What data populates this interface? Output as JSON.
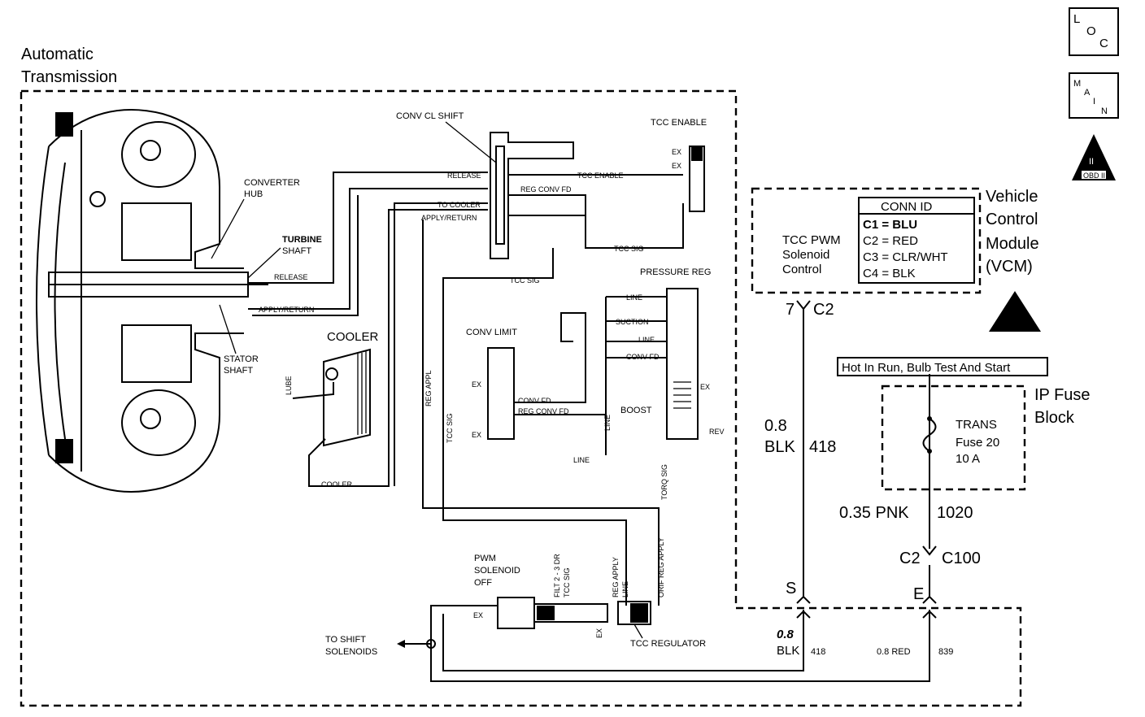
{
  "title": "Automatic Transmission",
  "badges": {
    "loc": "LOC",
    "main": "MAIN",
    "obd": "OBD II",
    "obd_num": "II"
  },
  "vcm": {
    "label_line1": "Vehicle",
    "label_line2": "Control",
    "label_line3": "Module",
    "label_line4": "(VCM)",
    "conn_header": "CONN ID",
    "conns": [
      "C1 = BLU",
      "C2 = RED",
      "C3 = CLR/WHT",
      "C4 = BLK"
    ],
    "control_line1": "TCC PWM",
    "control_line2": "Solenoid",
    "control_line3": "Control",
    "pin": "7",
    "pin_conn": "C2",
    "s_label": "S",
    "e_label": "E"
  },
  "fuse": {
    "hot_label": "Hot In Run, Bulb Test And Start",
    "block_line1": "IP Fuse",
    "block_line2": "Block",
    "name": "TRANS",
    "fuse_num": "Fuse 20",
    "rating": "10 A"
  },
  "wires": {
    "blk_size": "0.8",
    "blk_color": "BLK",
    "blk_circuit": "418",
    "pnk_label": "0.35 PNK",
    "pnk_circuit": "1020",
    "c2": "C2",
    "c100": "C100",
    "bottom_blk_size": "0.8",
    "bottom_blk_color": "BLK",
    "bottom_blk_circuit": "418",
    "red_label": "0.8 RED",
    "red_circuit": "839"
  },
  "hydraulic": {
    "converter_hub_1": "CONVERTER",
    "converter_hub_2": "HUB",
    "turbine_1": "TURBINE",
    "turbine_2": "SHAFT",
    "stator_1": "STATOR",
    "stator_2": "SHAFT",
    "release": "RELEASE",
    "apply_return": "APPLY/RETURN",
    "cooler": "COOLER",
    "lube": "LUBE",
    "cooler_line": "COOLER",
    "conv_cl_shift": "CONV CL SHIFT",
    "tcc_enable": "TCC ENABLE",
    "ex": "EX",
    "release_line": "RELEASE",
    "tcc_enable_line": "TCC ENABLE",
    "reg_conv_fd": "REG CONV FD",
    "to_cooler": "TO COOLER",
    "apply_return_line": "APPLY/RETURN",
    "tcc_sig": "TCC SIG",
    "pressure_reg": "PRESSURE REG",
    "line": "LINE",
    "suction": "SUCTION",
    "conv_fd": "CONV FD",
    "boost": "BOOST",
    "rev": "REV",
    "conv_limit": "CONV LIMIT",
    "reg_appl": "REG APPL",
    "torq_sig": "TORQ SIG",
    "filt_2_3_dr": "FILT 2 - 3 DR",
    "reg_apply": "REG APPLY",
    "orif_reg_apply": "ORIF REG APPLY",
    "pwm_1": "PWM",
    "pwm_2": "SOLENOID",
    "pwm_3": "OFF",
    "tcc_regulator": "TCC REGULATOR",
    "to_shift_1": "TO SHIFT",
    "to_shift_2": "SOLENOIDS"
  }
}
